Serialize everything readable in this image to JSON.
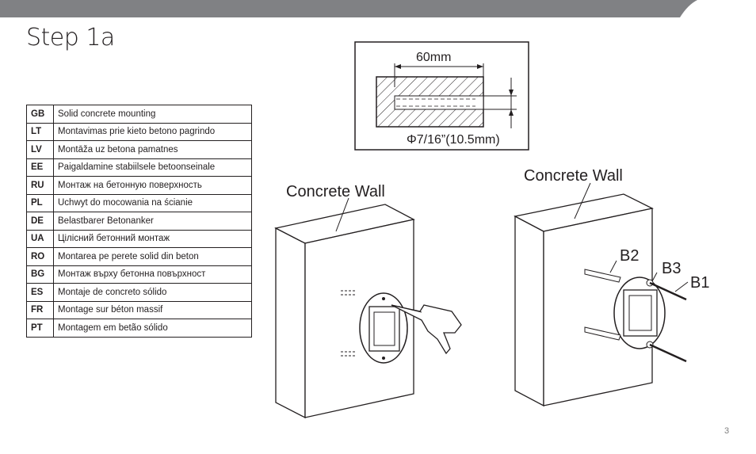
{
  "page": {
    "title": "Step 1a",
    "page_number": "3"
  },
  "languages": [
    {
      "code": "GB",
      "text": "Solid concrete mounting"
    },
    {
      "code": "LT",
      "text": "Montavimas prie kieto betono pagrindo"
    },
    {
      "code": "LV",
      "text": "Montāža uz betona pamatnes"
    },
    {
      "code": "EE",
      "text": "Paigaldamine stabiilsele betoonseinale"
    },
    {
      "code": "RU",
      "text": "Монтаж на бетонную поверхность"
    },
    {
      "code": "PL",
      "text": "Uchwyt do mocowania na ścianie"
    },
    {
      "code": "DE",
      "text": "Belastbarer Betonanker"
    },
    {
      "code": "UA",
      "text": "Цілісний бетонний монтаж"
    },
    {
      "code": "RO",
      "text": "Montarea pe perete solid din beton"
    },
    {
      "code": "BG",
      "text": "Монтаж върху бетонна повърхност"
    },
    {
      "code": "ES",
      "text": "Montaje de concreto sólido"
    },
    {
      "code": "FR",
      "text": "Montage sur béton massif"
    },
    {
      "code": "PT",
      "text": "Montagem em betão sólido"
    }
  ],
  "diagram": {
    "depth_label": "60mm",
    "diameter_label": "Φ7/16”(10.5mm)",
    "wall_label_left": "Concrete Wall",
    "wall_label_right": "Concrete Wall",
    "part_b1": "B1",
    "part_b2": "B2",
    "part_b3": "B3"
  },
  "colors": {
    "top_bar": "#808184",
    "text": "#231f20",
    "page_number": "#808080"
  }
}
